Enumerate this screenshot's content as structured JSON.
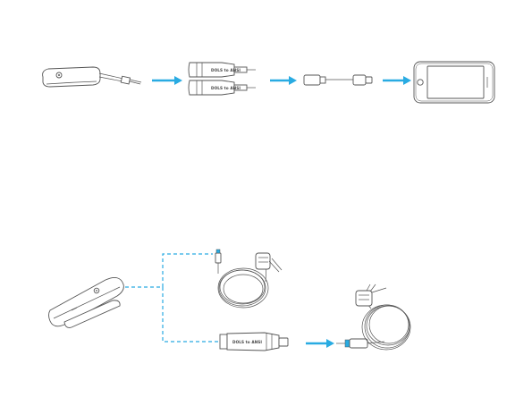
{
  "adapter_label": "DOLS to ANSI",
  "adapter_label_top": "DOLS to ANSI",
  "adapter_label_bottom": "DOLS to ANSI",
  "arrow_color": "#29abe2",
  "line_color": "#555555",
  "icons": [
    "bluetooth-receiver-icon",
    "adapter-icon",
    "lightning-adapter-icon",
    "phone-icon",
    "lavalier-mic-icon",
    "clip-receiver-icon",
    "trs-plug-icon"
  ]
}
